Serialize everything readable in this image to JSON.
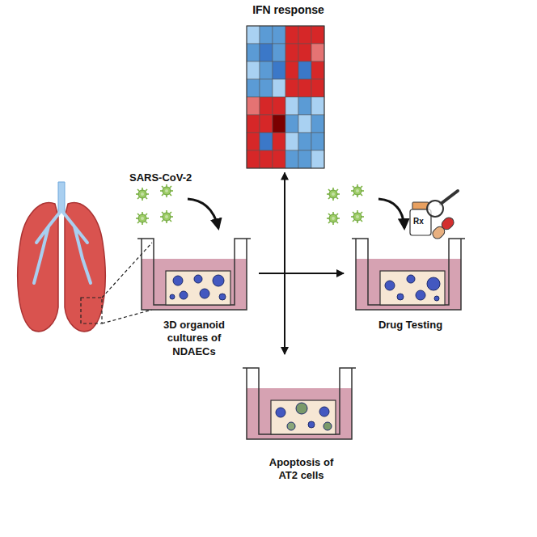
{
  "diagram": {
    "nodes": [
      {
        "text": [
          "IFN response"
        ]
      },
      {
        "text": [
          "3D organoid cultures of NDAECs"
        ]
      },
      {
        "text": [
          "Drug Testing"
        ]
      },
      {
        "text": [
          "Apoptosis of AT2 cells"
        ]
      }
    ],
    "edges": [
      {
        "from": 1,
        "to": 0,
        "arrow": "to"
      },
      {
        "from": 1,
        "to": 3,
        "arrow": "to"
      },
      {
        "from": 1,
        "to": 2,
        "arrow": "to"
      }
    ],
    "labels": [
      "SARS-CoV-2",
      "Rx"
    ]
  }
}
